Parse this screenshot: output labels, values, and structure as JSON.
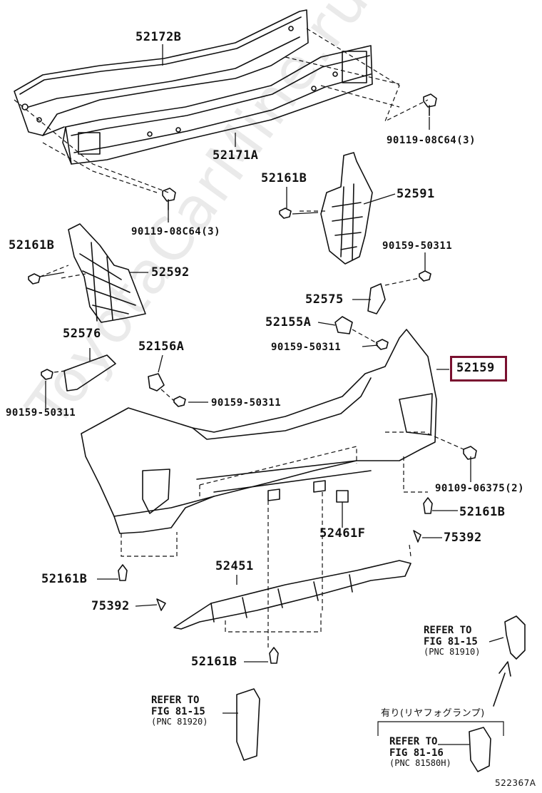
{
  "watermark": "ToyotaCarMine.ru",
  "parts": {
    "p52172B": "52172B",
    "p90119_top": "90119-08C64(3)",
    "p52171A": "52171A",
    "p90119_mid": "90119-08C64(3)",
    "p52161B_a": "52161B",
    "p52591": "52591",
    "p90159_a": "90159-50311",
    "p52161B_b": "52161B",
    "p52592": "52592",
    "p52575": "52575",
    "p52155A": "52155A",
    "p90159_b": "90159-50311",
    "p52576": "52576",
    "p52156A": "52156A",
    "p52159": "52159",
    "p90159_c": "90159-50311",
    "p90159_d": "90159-50311",
    "p90109": "90109-06375(2)",
    "p52161B_c": "52161B",
    "p52461F": "52461F",
    "p75392_a": "75392",
    "p52451": "52451",
    "p52161B_d": "52161B",
    "p75392_b": "75392",
    "p52161B_e": "52161B"
  },
  "refs": {
    "ref1": {
      "line1": "REFER TO",
      "line2": "FIG 81-15",
      "line3": "(PNC 81910)"
    },
    "ref2": {
      "line1": "REFER TO",
      "line2": "FIG 81-15",
      "line3": "(PNC 81920)"
    },
    "ref3": {
      "line1": "REFER TO",
      "line2": "FIG 81-16",
      "line3": "(PNC 81580H)"
    }
  },
  "note_japanese": "有り(リヤフォグランプ)",
  "diagram_id": "522367A",
  "colors": {
    "highlight": "#7a1030",
    "line": "#111111",
    "watermark": "#d9d9d9"
  }
}
